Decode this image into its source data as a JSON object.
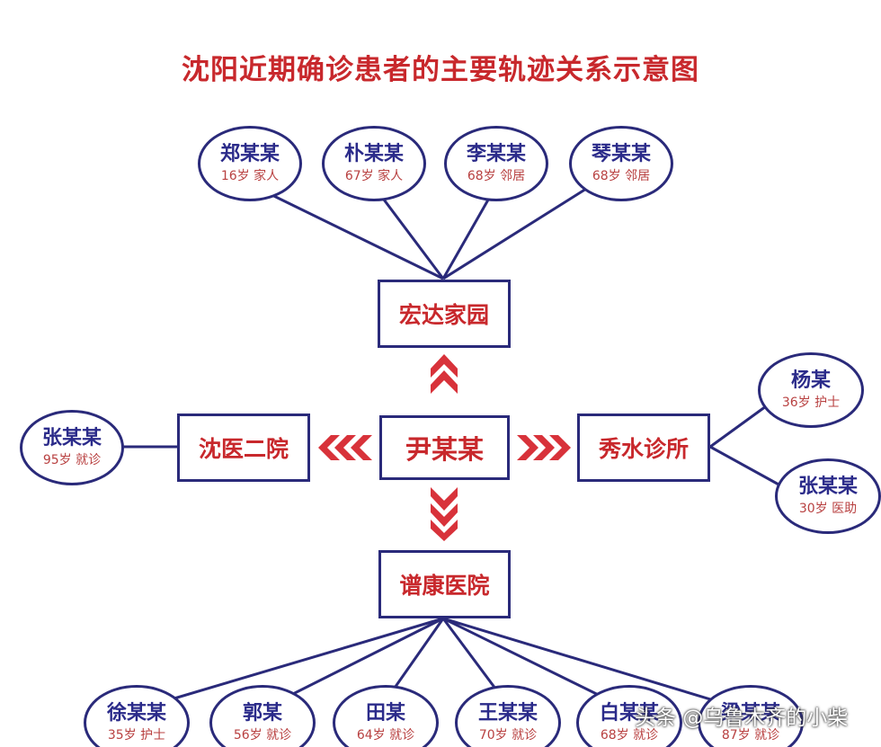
{
  "title": "沈阳近期确诊患者的主要轨迹关系示意图",
  "center": "尹某某",
  "places": {
    "top": "宏达家园",
    "left": "沈医二院",
    "right": "秀水诊所",
    "bottom": "谱康医院"
  },
  "top_people": [
    {
      "name": "郑某某",
      "info": "16岁 家人"
    },
    {
      "name": "朴某某",
      "info": "67岁 家人"
    },
    {
      "name": "李某某",
      "info": "68岁 邻居"
    },
    {
      "name": "琴某某",
      "info": "68岁 邻居"
    }
  ],
  "left_people": [
    {
      "name": "张某某",
      "info": "95岁 就诊"
    }
  ],
  "right_people": [
    {
      "name": "杨某",
      "info": "36岁 护士"
    },
    {
      "name": "张某某",
      "info": "30岁 医助"
    }
  ],
  "bottom_people": [
    {
      "name": "徐某某",
      "info": "35岁 护士"
    },
    {
      "name": "郭某",
      "info": "56岁 就诊"
    },
    {
      "name": "田某",
      "info": "64岁 就诊"
    },
    {
      "name": "王某某",
      "info": "70岁 就诊"
    },
    {
      "name": "白某某",
      "info": "68岁 就诊"
    },
    {
      "name": "梁某某",
      "info": "87岁 就诊"
    }
  ],
  "watermark": "头条 @乌鲁木齐的小柴",
  "colors": {
    "line": "#2a2a7a",
    "accent": "#c8282c",
    "name": "#2b2b8a"
  }
}
